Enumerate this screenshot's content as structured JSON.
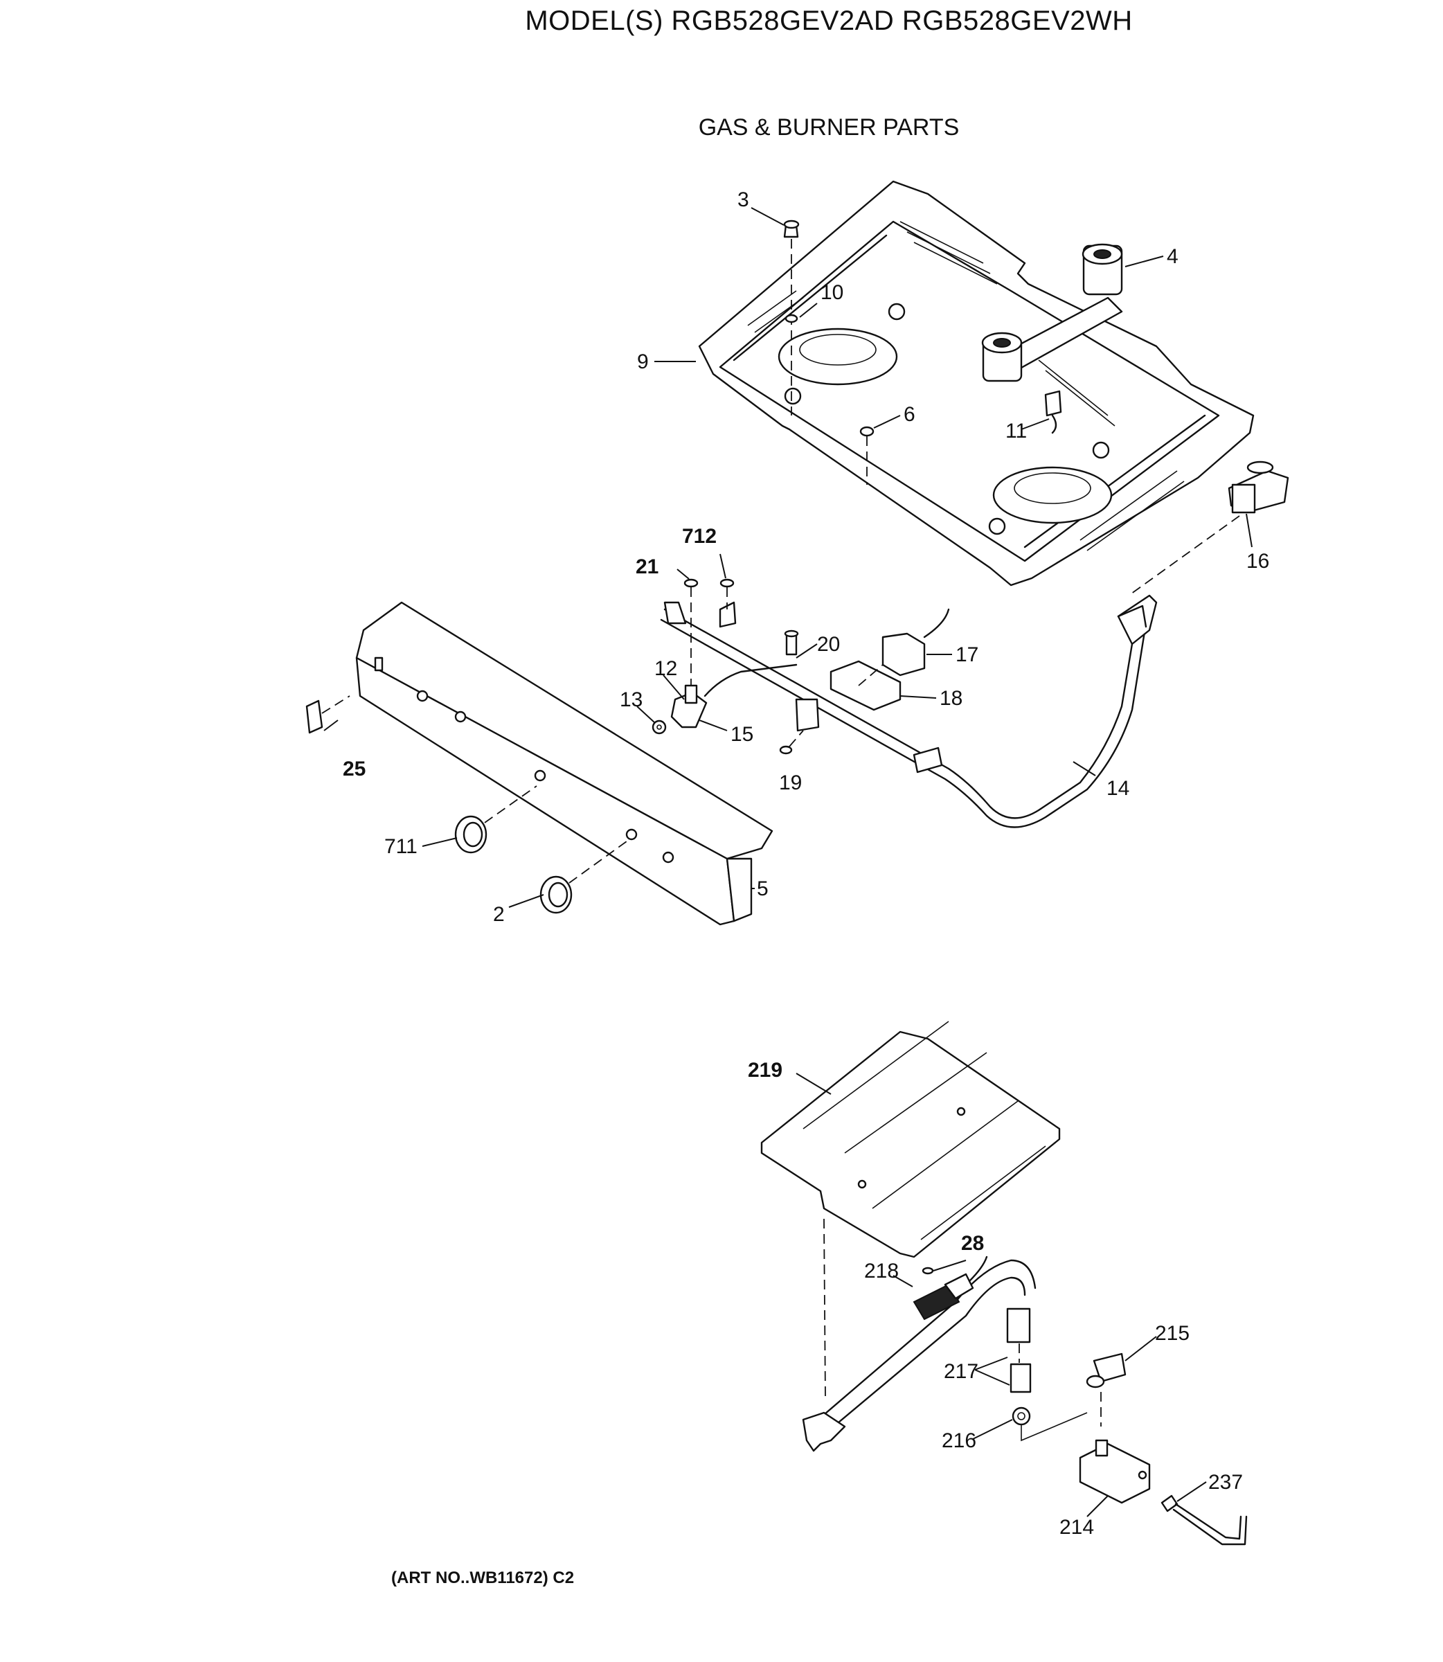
{
  "header": {
    "model_title": "MODEL(S) RGB528GEV2AD  RGB528GEV2WH",
    "section_title": "GAS & BURNER PARTS"
  },
  "footer": {
    "art_no": "(ART NO..WB11672) C2"
  },
  "callouts": {
    "c3": "3",
    "c4": "4",
    "c10": "10",
    "c9": "9",
    "c6": "6",
    "c11": "11",
    "c16": "16",
    "c712": "712",
    "c21": "21",
    "c20": "20",
    "c17": "17",
    "c12": "12",
    "c13": "13",
    "c15": "15",
    "c18": "18",
    "c25": "25",
    "c19": "19",
    "c14": "14",
    "c711": "711",
    "c5": "5",
    "c2": "2",
    "c219": "219",
    "c28": "28",
    "c218": "218",
    "c215": "215",
    "c217": "217",
    "c216": "216",
    "c237": "237",
    "c214": "214"
  }
}
